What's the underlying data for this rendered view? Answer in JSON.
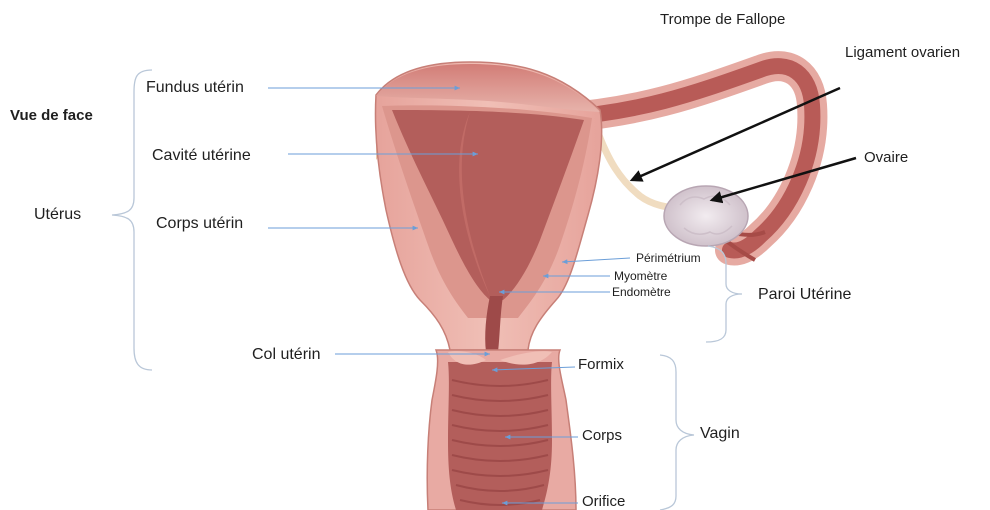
{
  "view_label": "Vue de face",
  "group_labels": {
    "uterus": "Utérus",
    "paroi": "Paroi Utérine",
    "vagin": "Vagin"
  },
  "labels": {
    "fundus": "Fundus utérin",
    "cavite": "Cavité utérine",
    "corps_uterin": "Corps utérin",
    "col": "Col utérin",
    "trompe": "Trompe de Fallope",
    "ligament": "Ligament ovarien",
    "ovaire": "Ovaire",
    "perimetrium": "Périmétrium",
    "myometre": "Myomètre",
    "endometre": "Endomètre",
    "formix": "Formix",
    "corps": "Corps",
    "orifice": "Orifice"
  },
  "colors": {
    "outer_wall": "#e8aaa3",
    "muscle": "#d98f86",
    "cavity": "#b35e5b",
    "cavity_dark": "#9e4a49",
    "fundus_top": "#d99690",
    "tube": "#b85b57",
    "ligament": "#f0dcc0",
    "ovary": "#e0d6dc",
    "pointer_line": "#6b9ed8",
    "arrow": "#111111",
    "brace": "#b9c7d8"
  }
}
